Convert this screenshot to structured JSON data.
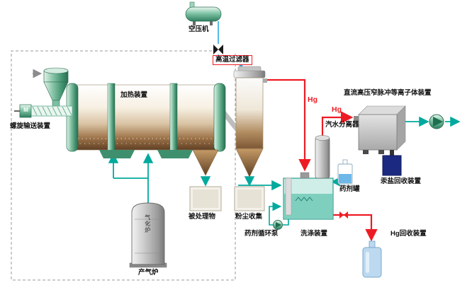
{
  "diagram": {
    "title_hint": "mercury removal / flue gas treatment process flow",
    "labels": {
      "air_compressor": "空压机",
      "high_temp_filter": "高温过滤器",
      "heating_device": "加热装置",
      "screw_conveyor": "螺旋输送装置",
      "processed_material": "被处理物",
      "dust_collection": "粉尘收集",
      "reagent_pump": "药剂循环泵",
      "washing_device": "洗涤装置",
      "reagent_tank": "药剂罐",
      "steam_water_separator": "汽水分离器",
      "plasma_device": "直流高压窄脉冲等离子体装置",
      "mercury_salt_recovery": "汞盐回收装置",
      "hg_recovery": "Hg回收装置",
      "gas_furnace": "产气炉",
      "gas_furnace_body_text": "气化炉",
      "motor": "M",
      "hg_flow_filter": "Hg",
      "hg_flow_separator": "Hg"
    },
    "colors": {
      "hot_gas_line": "#ed1c24",
      "air_line": "#29abe2",
      "process_line": "#00a99d",
      "equipment_green": "#3e8f6e",
      "highlight_box_border": "#ed1c24",
      "mercury_salt_box": "#1b2a80",
      "hg_bottle": "#bcd9f0"
    }
  }
}
